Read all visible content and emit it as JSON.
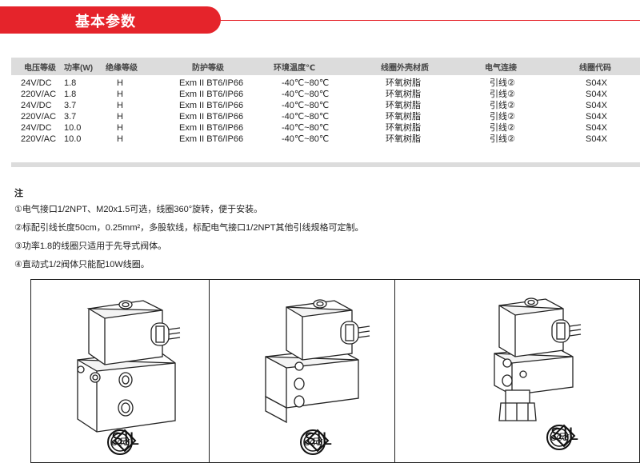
{
  "header": {
    "title": "基本参数"
  },
  "table": {
    "columns": [
      "电压等级",
      "功率(W)",
      "绝缘等级",
      "防护等级",
      "环境温度℃",
      "线圈外壳材质",
      "电气连接",
      "线圈代码"
    ],
    "rows": [
      [
        "24V/DC",
        "1.8",
        "H",
        "Exm II BT6/IP66",
        "-40℃~80℃",
        "环氧树脂",
        "引线②",
        "S04X"
      ],
      [
        "220V/AC",
        "1.8",
        "H",
        "Exm II BT6/IP66",
        "-40℃~80℃",
        "环氧树脂",
        "引线②",
        "S04X"
      ],
      [
        "24V/DC",
        "3.7",
        "H",
        "Exm II BT6/IP66",
        "-40℃~80℃",
        "环氧树脂",
        "引线②",
        "S04X"
      ],
      [
        "220V/AC",
        "3.7",
        "H",
        "Exm II BT6/IP66",
        "-40℃~80℃",
        "环氧树脂",
        "引线②",
        "S04X"
      ],
      [
        "24V/DC",
        "10.0",
        "H",
        "Exm II BT6/IP66",
        "-40℃~80℃",
        "环氧树脂",
        "引线②",
        "S04X"
      ],
      [
        "220V/AC",
        "10.0",
        "H",
        "Exm II BT6/IP66",
        "-40℃~80℃",
        "环氧树脂",
        "引线②",
        "S04X"
      ]
    ]
  },
  "notes": {
    "title": "注",
    "items": [
      "①电气接口1/2NPT、M20x1.5可选，线圈360°旋转，便于安装。",
      "②标配引线长度50cm，0.25mm²，多股软线，标配电气接口1/2NPT其他引线规格可定制。",
      "③功率1.8的线圈只适用于先导式阀体。",
      "④直动式1/2阀体只能配10W线圈。"
    ]
  },
  "certifications": {
    "sil_label": "SIL"
  }
}
